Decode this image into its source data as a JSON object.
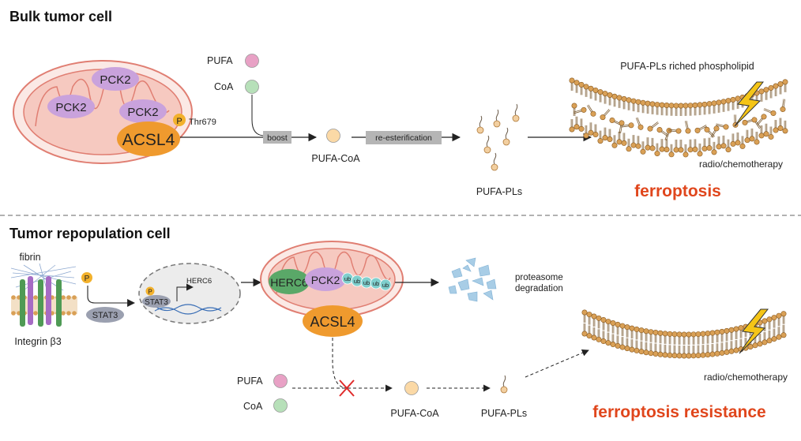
{
  "top": {
    "title": "Bulk tumor cell",
    "pck2": "PCK2",
    "acsl4": "ACSL4",
    "phospho": "P",
    "thr": "Thr679",
    "pufa": "PUFA",
    "coa": "CoA",
    "boost": "boost",
    "pufa_coa": "PUFA-CoA",
    "reester": "re-esterification",
    "pufa_pls": "PUFA-PLs",
    "membrane_label": "PUFA-PLs riched phospholipid",
    "therapy": "radio/chemotherapy",
    "outcome": "ferroptosis"
  },
  "bottom": {
    "title": "Tumor repopulation cell",
    "fibrin": "fibrin",
    "integrin": "Integrin β3",
    "phospho": "P",
    "stat3": "STAT3",
    "herc6_gene": "HERC6",
    "herc6": "HERC6",
    "pck2": "PCK2",
    "ub": "ub",
    "acsl4": "ACSL4",
    "proteasome_line1": "proteasome",
    "proteasome_line2": "degradation",
    "pufa": "PUFA",
    "coa": "CoA",
    "pufa_coa": "PUFA-CoA",
    "pufa_pls": "PUFA-PLs",
    "therapy": "radio/chemotherapy",
    "outcome": "ferroptosis resistance"
  },
  "colors": {
    "outcome": "#e0461c",
    "pck2": "#c9a2dc",
    "acsl4": "#ef9a2e",
    "herc6": "#5aa868",
    "mito_fill": "#f6c9c0",
    "mito_edge": "#e07e72",
    "pufa": "#e8a1c5",
    "coa": "#b7e0b9",
    "pufa_coa": "#fbd9a6",
    "lipid_head": "#d9a056",
    "bolt": "#f5c517",
    "ub": "#7fcfcd",
    "stat3": "#9ba0b0"
  },
  "icons": [
    "mitochondrion-icon",
    "lipid-membrane-icon",
    "lightning-icon",
    "dna-icon",
    "integrin-icon",
    "proteasome-fragments-icon",
    "cross-icon"
  ]
}
